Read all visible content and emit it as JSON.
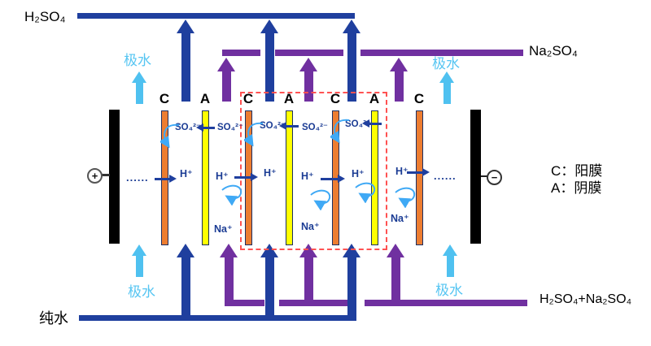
{
  "streams": {
    "acid_out": "H₂SO₄",
    "salt_out": "Na₂SO₄",
    "pure_water_in": "纯水",
    "mixed_feed_in": "H₂SO₄+Na₂SO₄",
    "electrode_water": "极水"
  },
  "ions": {
    "so4": "SO₄²⁻",
    "h": "H⁺",
    "na": "Na⁺"
  },
  "membrane_labels": {
    "cation": "C",
    "anion": "A"
  },
  "legend": {
    "cation": "C：阳膜",
    "anion": "A：阴膜"
  },
  "electrodes": {
    "anode": "+",
    "cathode": "−"
  },
  "dots": "......",
  "colors": {
    "dark_blue": "#1F3F9E",
    "purple": "#7030A0",
    "light_blue": "#4FC1F0",
    "curve_blue": "#3FA9F5",
    "cation_membrane_orange": "#ED7D31",
    "anion_membrane_yellow": "#FFFF00",
    "repeat_unit_box_red": "#FF5252",
    "electrode_black": "#000000"
  }
}
